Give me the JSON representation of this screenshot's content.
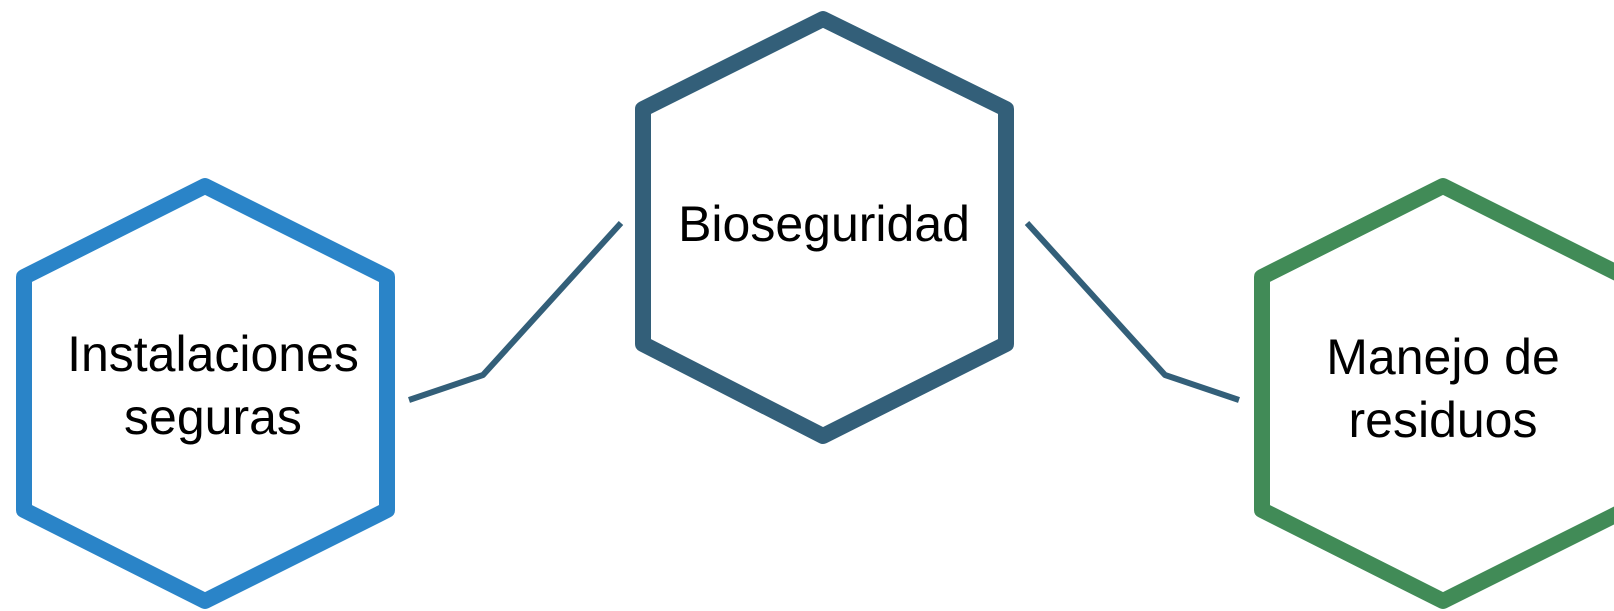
{
  "diagram": {
    "nodes": [
      {
        "id": "instalaciones",
        "lines": [
          "Instalaciones",
          "seguras"
        ],
        "color": "#2a84c8"
      },
      {
        "id": "bioseguridad",
        "lines": [
          "Bioseguridad"
        ],
        "color": "#335f79"
      },
      {
        "id": "residuos",
        "lines": [
          "Manejo de",
          "residuos"
        ],
        "color": "#418b57"
      }
    ],
    "connector_color": "#335f79"
  }
}
